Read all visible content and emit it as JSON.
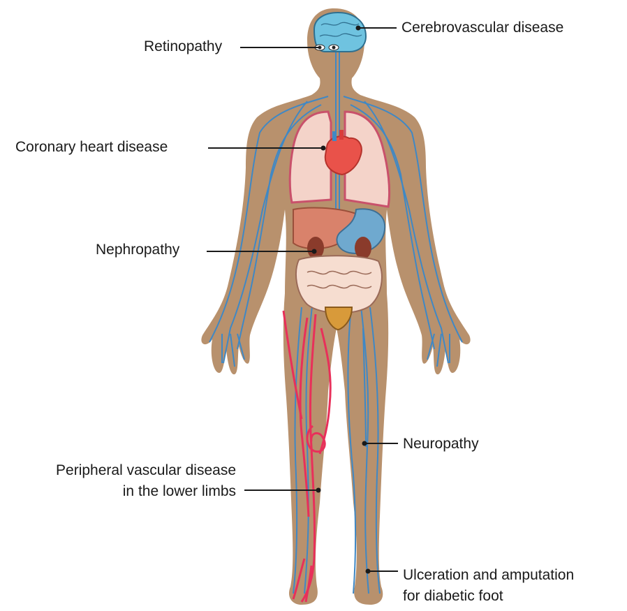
{
  "labels": {
    "retinopathy": "Retinopathy",
    "cerebrovascular": "Cerebrovascular disease",
    "coronary": "Coronary heart disease",
    "nephropathy": "Nephropathy",
    "pvd_line1": "Peripheral vascular disease",
    "pvd_line2": "in the lower limbs",
    "neuropathy": "Neuropathy",
    "ulcer_line1": "Ulceration and amputation",
    "ulcer_line2": "for diabetic foot"
  },
  "colors": {
    "skin": "#b8916d",
    "vessel_blue": "#3f88c5",
    "vessel_red": "#e8305a",
    "brain": "#6fc3e0",
    "lung": "#f4d3c9",
    "lung_edge": "#c9516b",
    "heart": "#e9524a",
    "liver": "#d9826b",
    "kidney": "#8a3b2b",
    "stomach": "#6fa9cf",
    "intestine": "#f6ddd0",
    "bladder": "#d89a3a"
  }
}
